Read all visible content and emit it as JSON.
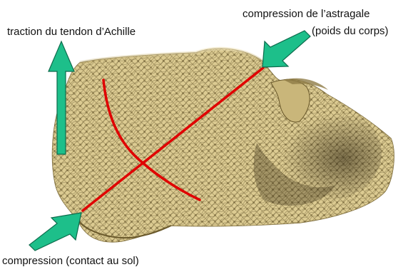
{
  "labels": {
    "achilles": "traction du tendon d’Achille",
    "astragale_line1": "compression de l’astragale",
    "astragale_line2": "(poids du corps)",
    "ground": "compression (contact au sol)"
  },
  "colors": {
    "bone": "#e2d29a",
    "bone_shadow": "#8a7a48",
    "trabecular_line": "#e00000",
    "arrow": "#1dbf8a",
    "arrow_outline": "#0d6b4c"
  },
  "icons": {
    "achilles_arrow": "arrow-up-icon",
    "astragale_arrow": "arrow-down-left-icon",
    "ground_arrow": "arrow-up-right-icon"
  }
}
